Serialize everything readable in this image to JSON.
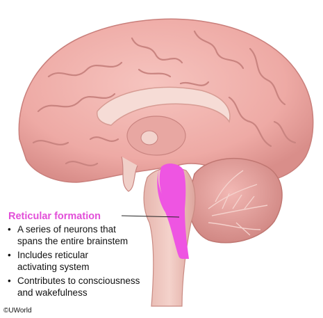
{
  "label": {
    "title": "Reticular formation",
    "bullets": [
      {
        "lines": [
          "A series of neurons that",
          "spans the entire brainstem"
        ]
      },
      {
        "lines": [
          "Includes reticular",
          "activating system"
        ]
      },
      {
        "lines": [
          "Contributes to consciousness",
          "and wakefulness"
        ]
      }
    ]
  },
  "copyright": "©UWorld",
  "colors": {
    "brain": "#f1b3ae",
    "brain_shadow": "#d98e8a",
    "highlight": "#ee55e2",
    "label": "#e24fd8"
  }
}
